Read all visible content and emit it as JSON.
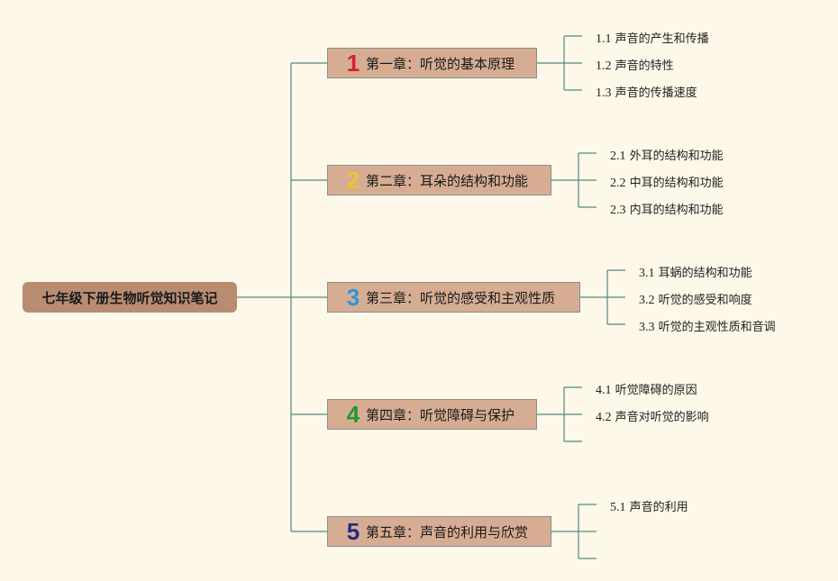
{
  "root": {
    "title": "七年级下册生物听觉知识笔记"
  },
  "chapters": [
    {
      "number": "1",
      "title": "第一章：听觉的基本原理",
      "color": "#d61f2f",
      "sections": [
        {
          "number": "1.1",
          "title": "声音的产生和传播"
        },
        {
          "number": "1.2",
          "title": "声音的特性"
        },
        {
          "number": "1.3",
          "title": "声音的传播速度"
        }
      ]
    },
    {
      "number": "2",
      "title": "第二章：耳朵的结构和功能",
      "color": "#f2c230",
      "sections": [
        {
          "number": "2.1",
          "title": "外耳的结构和功能"
        },
        {
          "number": "2.2",
          "title": "中耳的结构和功能"
        },
        {
          "number": "2.3",
          "title": "内耳的结构和功能"
        }
      ]
    },
    {
      "number": "3",
      "title": "第三章：听觉的感受和主观性质",
      "color": "#2f95d6",
      "sections": [
        {
          "number": "3.1",
          "title": "耳蜗的结构和功能"
        },
        {
          "number": "3.2",
          "title": "听觉的感受和响度"
        },
        {
          "number": "3.3",
          "title": "听觉的主观性质和音调"
        }
      ]
    },
    {
      "number": "4",
      "title": "第四章：听觉障碍与保护",
      "color": "#1e9a2e",
      "sections": [
        {
          "number": "4.1",
          "title": "听觉障碍的原因"
        },
        {
          "number": "4.2",
          "title": "声音对听觉的影响"
        }
      ]
    },
    {
      "number": "5",
      "title": "第五章：声音的利用与欣赏",
      "color": "#232a86",
      "sections": [
        {
          "number": "5.1",
          "title": "声音的利用"
        }
      ]
    }
  ]
}
